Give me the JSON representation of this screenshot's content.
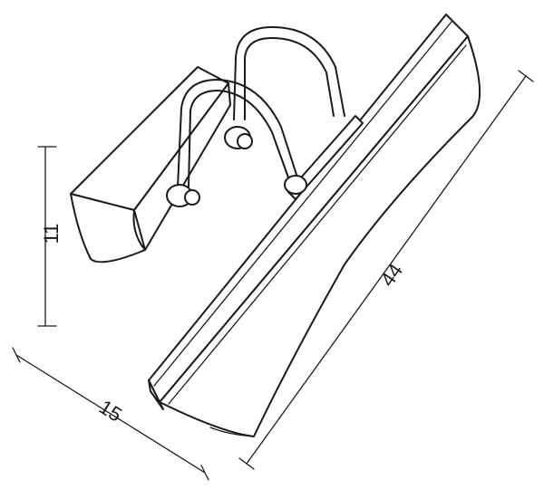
{
  "dimensions": {
    "height": "11",
    "width": "15",
    "length": "44"
  },
  "colors": {
    "line": "#1a1a1a",
    "background": "#ffffff"
  }
}
